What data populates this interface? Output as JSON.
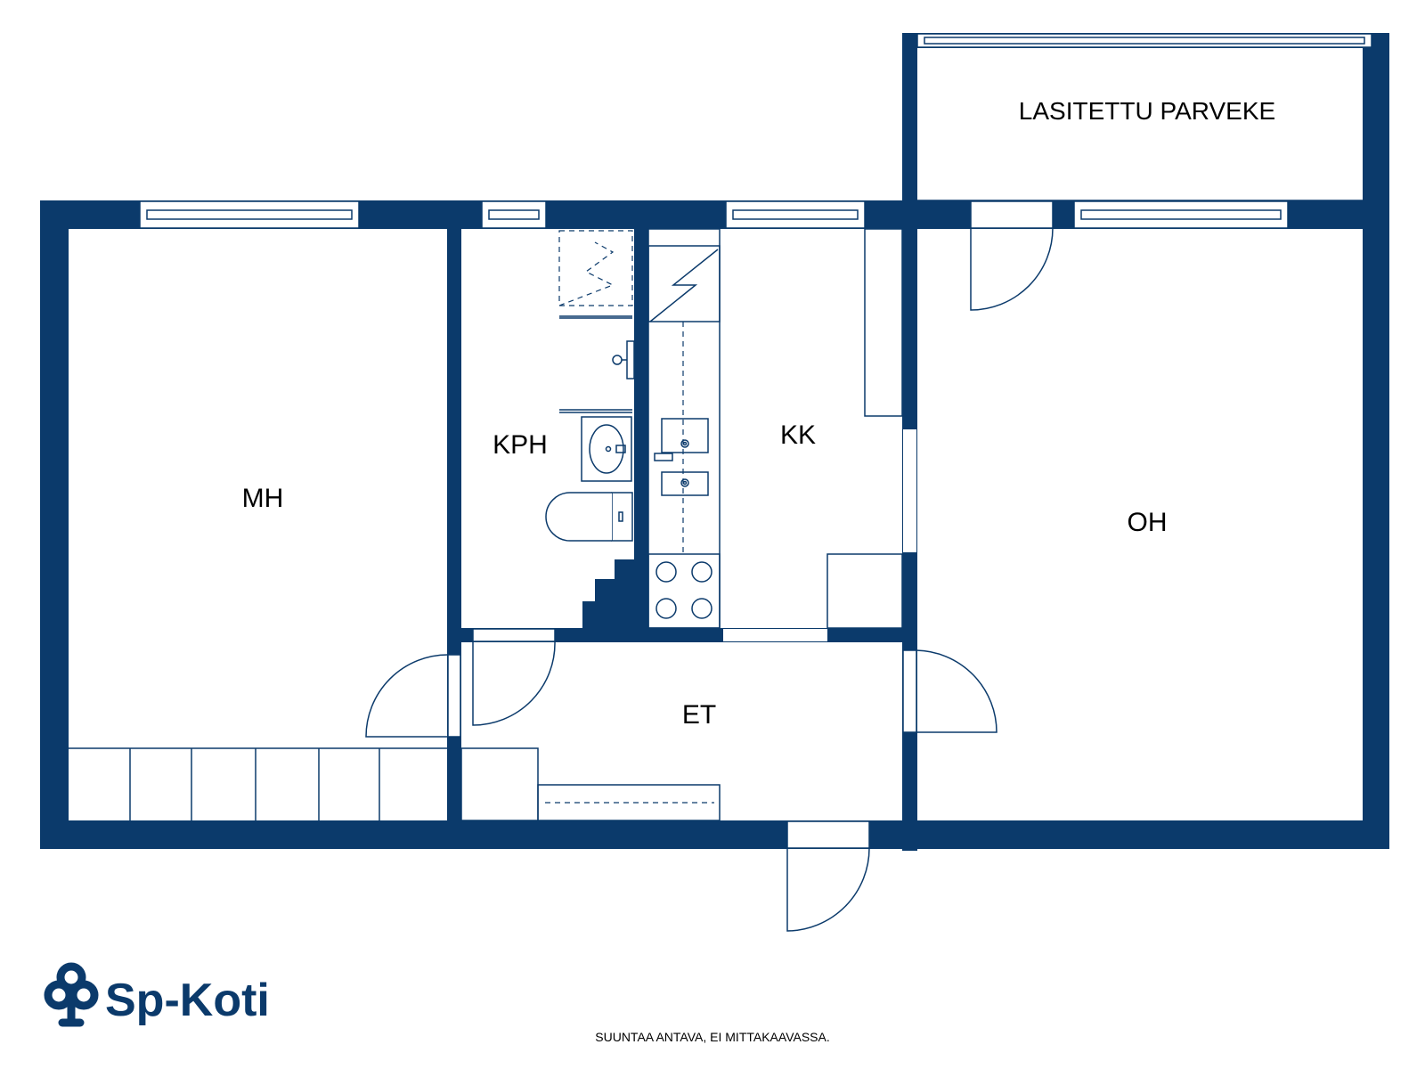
{
  "rooms": {
    "balcony": "LASITETTU PARVEKE",
    "mh": "MH",
    "kph": "KPH",
    "kk": "KK",
    "oh": "OH",
    "et": "ET"
  },
  "logo": {
    "text": "Sp-Koti",
    "icon": "tree-cloud-icon"
  },
  "note": "SUUNTAA ANTAVA, EI MITTAKAAVASSA.",
  "colors": {
    "wall": "#0b3a6b",
    "background": "#ffffff"
  }
}
